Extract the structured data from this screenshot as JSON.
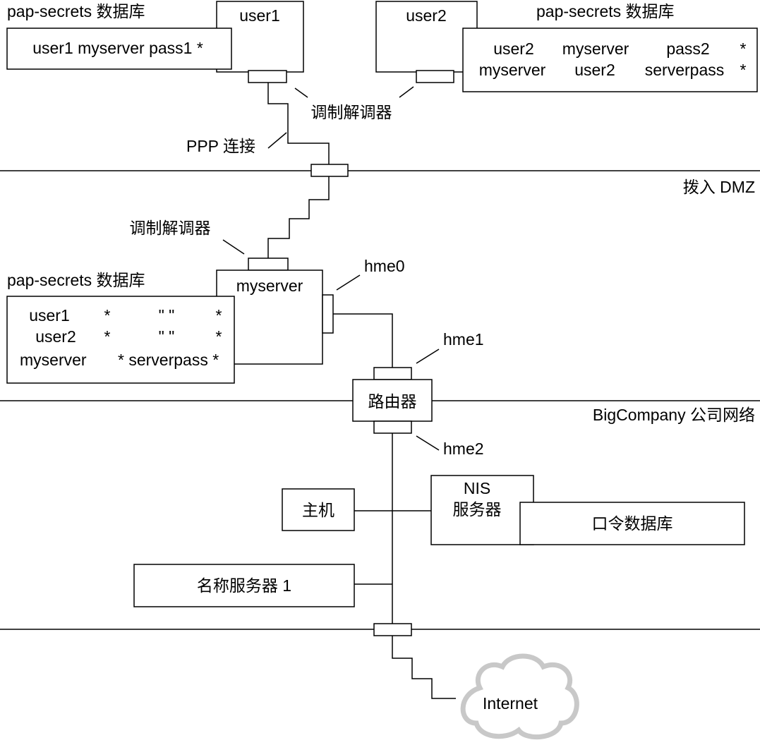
{
  "colors": {
    "line": "#000000",
    "background": "#ffffff",
    "cloud_fill": "#ffffff",
    "cloud_stroke": "#c8c8c8"
  },
  "labels": {
    "pap_secrets_db": "pap-secrets 数据库",
    "user1": "user1",
    "user2": "user2",
    "user1_db_entry": "user1 myserver pass1 *",
    "user2_db_row1": [
      "user2",
      "myserver",
      "pass2",
      "*"
    ],
    "user2_db_row2": [
      "myserver",
      "user2",
      "serverpass",
      "*"
    ],
    "modem": "调制解调器",
    "ppp_link": "PPP 连接",
    "dialin_dmz": "拨入 DMZ",
    "myserver": "myserver",
    "hme0": "hme0",
    "hme1": "hme1",
    "hme2": "hme2",
    "server_db_rows": [
      [
        "user1",
        "*",
        "\" \"",
        "*"
      ],
      [
        "user2",
        "*",
        "\" \"",
        "*"
      ],
      [
        "myserver",
        "* serverpass *"
      ]
    ],
    "router": "路由器",
    "corporate_network": "BigCompany 公司网络",
    "host": "主机",
    "nis_line1": "NIS",
    "nis_line2": "服务器",
    "password_db": "口令数据库",
    "name_server": "名称服务器 1",
    "internet": "Internet"
  }
}
